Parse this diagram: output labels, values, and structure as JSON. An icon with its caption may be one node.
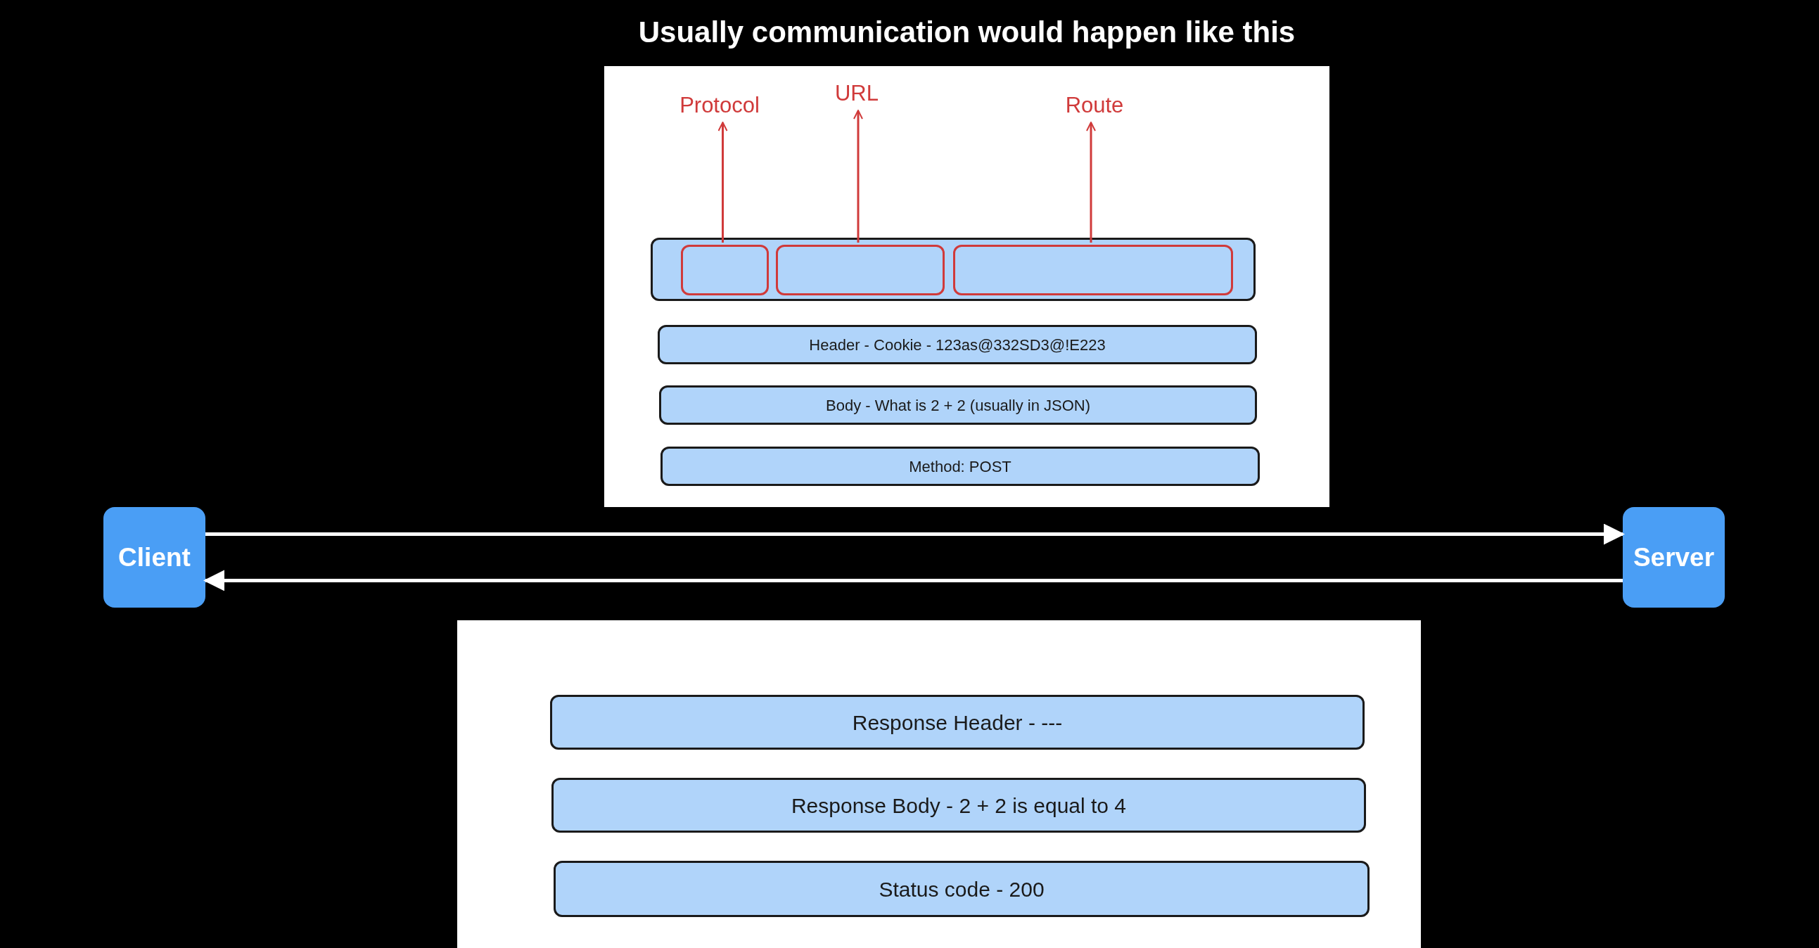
{
  "diagram": {
    "title": "Usually communication would happen like this",
    "nodes": [
      {
        "text": [],
        "shape": "box"
      },
      {
        "text": [
          "Protocol"
        ],
        "in": 0
      },
      {
        "text": [
          "URL"
        ],
        "in": 0
      },
      {
        "text": [
          "Route"
        ],
        "in": 0
      },
      {
        "text": [],
        "shape": "box",
        "in": 0
      },
      {
        "text": [],
        "shape": "box",
        "in": 4
      },
      {
        "text": [],
        "shape": "box",
        "in": 4
      },
      {
        "text": [],
        "shape": "box",
        "in": 4
      },
      {
        "text": [
          "Header - Cookie - 123as@332SD3@!E223"
        ],
        "in": 0
      },
      {
        "text": [
          "Body - What is 2 + 2 (usually in JSON)"
        ],
        "in": 0
      },
      {
        "text": [
          "Method: POST"
        ],
        "in": 0
      },
      {
        "text": [
          "Client"
        ]
      },
      {
        "text": [
          "Server"
        ]
      },
      {
        "text": [],
        "shape": "box"
      },
      {
        "text": [
          "Response Header - ---"
        ],
        "in": 13
      },
      {
        "text": [
          "Response Body - 2 + 2 is equal to 4"
        ],
        "in": 13
      },
      {
        "text": [
          "Status code - 200"
        ],
        "in": 13
      }
    ],
    "edges": [
      {
        "from": 5,
        "to": 1,
        "arrow": "to",
        "color": "#d03a3a"
      },
      {
        "from": 6,
        "to": 2,
        "arrow": "to",
        "color": "#d03a3a"
      },
      {
        "from": 7,
        "to": 3,
        "arrow": "to",
        "color": "#d03a3a"
      },
      {
        "from": 11,
        "to": 12,
        "arrow": "to",
        "color": "#ffffff"
      },
      {
        "from": 12,
        "to": 11,
        "arrow": "to",
        "color": "#ffffff"
      }
    ]
  }
}
